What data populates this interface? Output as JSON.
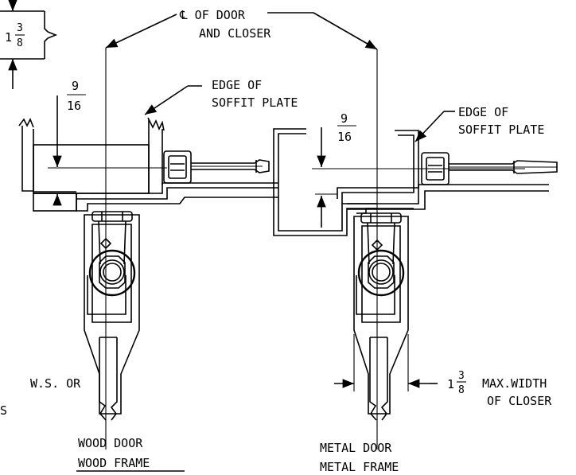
{
  "labels": {
    "centerline_line1": "℄ OF DOOR",
    "centerline_line2": "AND CLOSER",
    "soffit_left_line1": "EDGE OF",
    "soffit_left_line2": "SOFFIT PLATE",
    "soffit_right_line1": "EDGE OF",
    "soffit_right_line2": "SOFFIT PLATE",
    "ws_or": "W.S. OR",
    "s_partial": "S",
    "max_width_line1": "MAX.WIDTH",
    "max_width_line2": "OF CLOSER",
    "wood_caption_line1": "WOOD DOOR",
    "wood_caption_line2": "WOOD FRAME",
    "metal_caption_line1": "METAL DOOR",
    "metal_caption_line2": "METAL FRAME"
  },
  "dimensions": {
    "top_left": {
      "whole": "1",
      "num": "3",
      "den": "8"
    },
    "left_offset": {
      "num": "9",
      "den": "16"
    },
    "right_offset": {
      "num": "9",
      "den": "16"
    },
    "closer_width": {
      "whole": "1",
      "num": "3",
      "den": "8"
    }
  }
}
